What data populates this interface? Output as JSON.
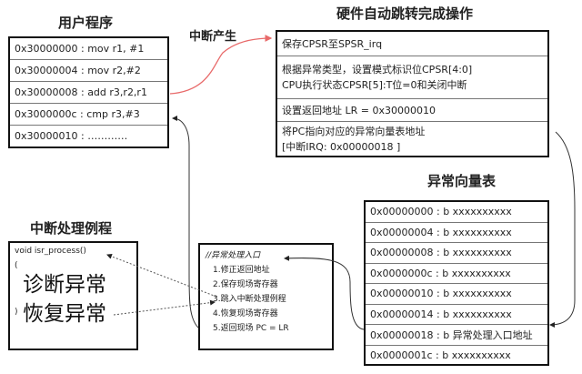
{
  "user_program": {
    "title": "用户程序",
    "rows": [
      "0x30000000 : mov r1, #1",
      "0x30000004 : mov r2,#2",
      "0x30000008 : add r3,r2,r1",
      "0x3000000c : cmp r3,#3",
      "0x30000010 : …………"
    ]
  },
  "interrupt_label": "中断产生",
  "hardware": {
    "title": "硬件自动跳转完成操作",
    "rows": [
      [
        "保存CPSR至SPSR_irq"
      ],
      [
        "根据异常类型，设置模式标识位CPSR[4:0]",
        "CPU执行状态CPSR[5]:T位=0和关闭中断"
      ],
      [
        "设置返回地址 LR = 0x30000010"
      ],
      [
        "将PC指向对应的异常向量表地址",
        "[中断IRQ: 0x00000018 ]"
      ]
    ]
  },
  "vector_table": {
    "title": "异常向量表",
    "rows": [
      "0x00000000 : b xxxxxxxxxx",
      "0x00000004 : b xxxxxxxxxx",
      "0x00000008 : b xxxxxxxxxx",
      "0x0000000c : b xxxxxxxxxx",
      "0x00000010 : b xxxxxxxxxx",
      "0x00000014 : b xxxxxxxxxx",
      "0x00000018 : b 异常处理入口地址",
      "0x0000001c : b xxxxxxxxxx"
    ]
  },
  "isr": {
    "title": "中断处理例程",
    "line1": "void isr_process()",
    "open": "(",
    "close": ")",
    "diag": "诊断异常",
    "recover": "恢复异常"
  },
  "handler": {
    "comment": "//异常处理入口",
    "steps": [
      "1.修正返回地址",
      "2.保存现场寄存器",
      "3.跳入中断处理例程",
      "4.恢复现场寄存器",
      "5.返回现场 PC = LR"
    ]
  },
  "colors": {
    "red": "#e86a6a"
  }
}
